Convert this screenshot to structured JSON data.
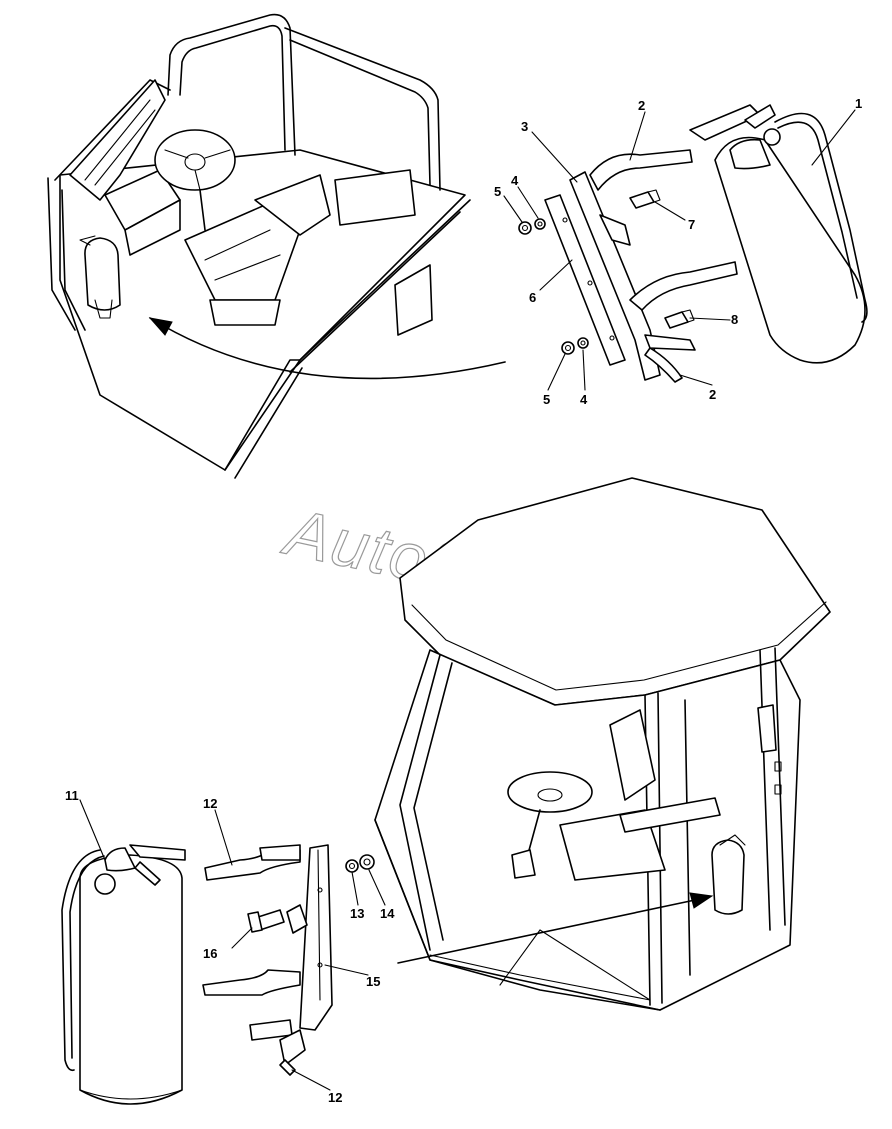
{
  "watermark": "AutoSoft",
  "callouts": {
    "c1": "1",
    "c2a": "2",
    "c2b": "2",
    "c3": "3",
    "c4a": "4",
    "c4b": "4",
    "c5a": "5",
    "c5b": "5",
    "c6": "6",
    "c7": "7",
    "c8": "8",
    "c11": "11",
    "c12a": "12",
    "c12b": "12",
    "c13": "13",
    "c14": "14",
    "c15": "15",
    "c16": "16"
  }
}
